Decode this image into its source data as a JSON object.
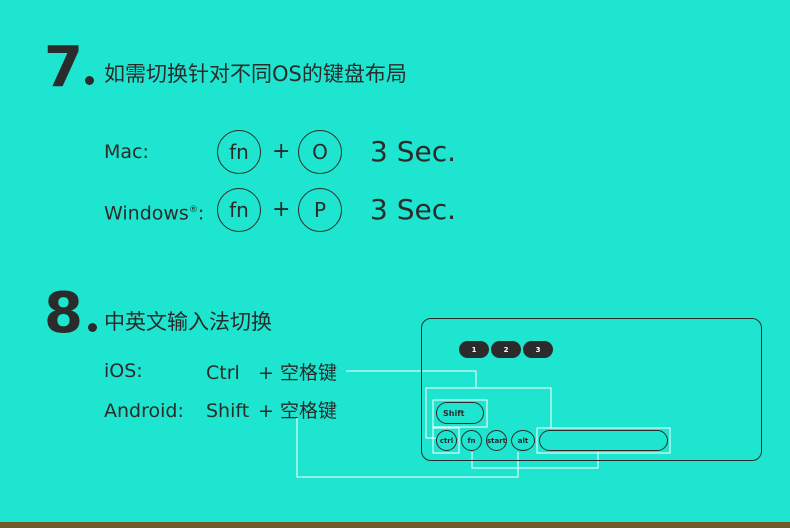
{
  "colors": {
    "background": "#1ee5cf",
    "ink": "#2b2b2b",
    "connector": "#ffffff"
  },
  "step7": {
    "number": "7",
    "title": "如需切换针对不同OS的键盘布局",
    "mac": {
      "label": "Mac:",
      "key1": "fn",
      "plus": "+",
      "key2": "O",
      "duration": "3 Sec."
    },
    "windows": {
      "label": "Windows",
      "registered": "®",
      "colon": ":",
      "key1": "fn",
      "plus": "+",
      "key2": "P",
      "duration": "3 Sec."
    }
  },
  "step8": {
    "number": "8",
    "title": "中英文输入法切换",
    "ios": {
      "label": "iOS:",
      "key": "Ctrl",
      "plus": "+",
      "target": "空格键"
    },
    "android": {
      "label": "Android:",
      "key": "Shift",
      "plus": "+",
      "target": "空格键"
    }
  },
  "keyboard": {
    "channels": [
      "1",
      "2",
      "3"
    ],
    "shift": "Shift",
    "ctrl": "ctrl",
    "fn": "fn",
    "start": "start",
    "alt": "alt"
  }
}
